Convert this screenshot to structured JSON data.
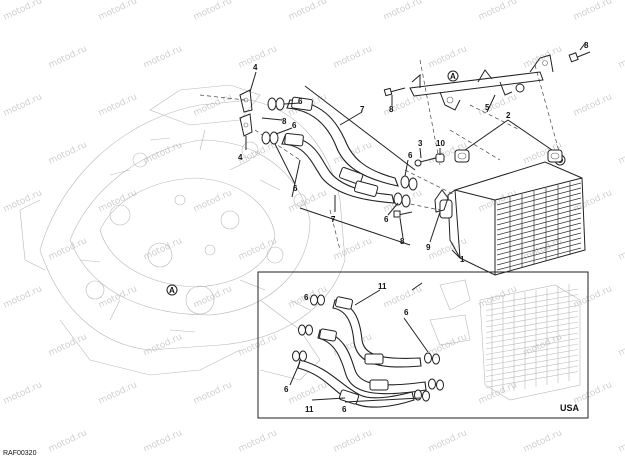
{
  "watermark": "motod.ru",
  "image_code": "RAF00320",
  "inset_label": "USA",
  "callouts": {
    "c1": "1",
    "c2": "2",
    "c3": "3",
    "c4a": "4",
    "c4b": "4",
    "c5": "5",
    "c6a": "6",
    "c6b": "6",
    "c6c": "6",
    "c6d": "6",
    "c6e": "6",
    "c6f": "6",
    "c6g": "6",
    "c6h": "6",
    "c6i": "6",
    "c7a": "7",
    "c7b": "7",
    "c8a": "8",
    "c8b": "8",
    "c8c": "8",
    "c9": "9",
    "c10": "10",
    "c11a": "11",
    "c11b": "11",
    "cAa": "A",
    "cAb": "A"
  }
}
